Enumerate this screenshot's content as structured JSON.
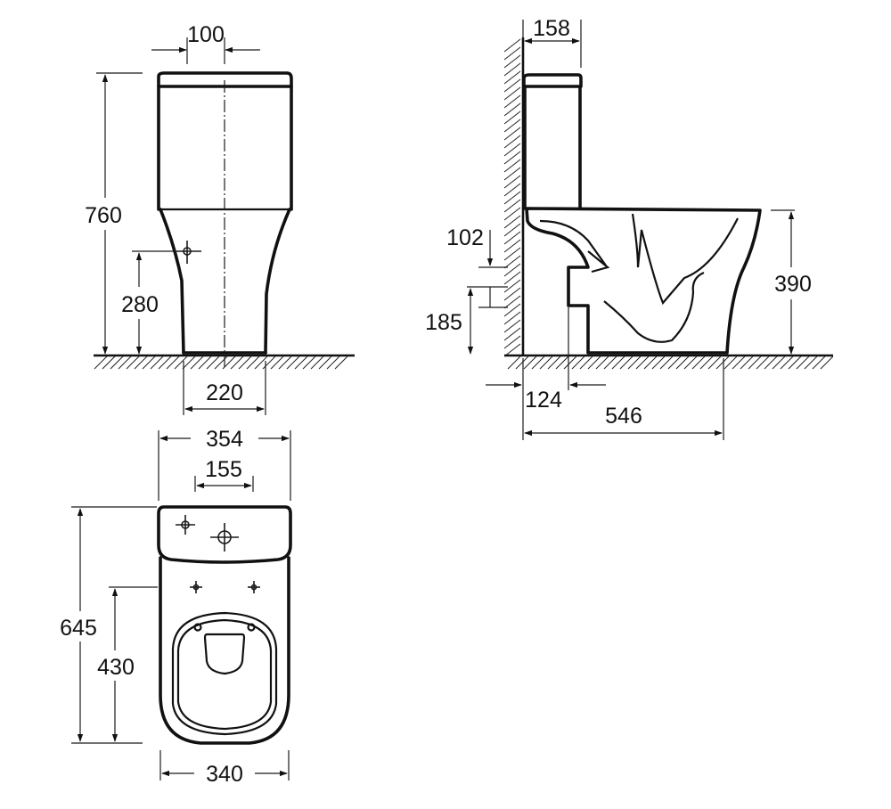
{
  "dimensions": {
    "front_top_width": "100",
    "front_total_height": "760",
    "front_inlet_height": "280",
    "front_base_width": "220",
    "side_tank_depth": "158",
    "side_outlet_top": "102",
    "side_outlet_centre": "185",
    "side_bowl_height": "390",
    "side_wall_offset": "124",
    "side_total_depth": "546",
    "top_tank_width": "354",
    "top_hole_spacing": "155",
    "top_total_length": "645",
    "top_fixing_distance": "430",
    "top_bowl_width": "340"
  },
  "colors": {
    "line": "#111111",
    "background": "#ffffff"
  }
}
